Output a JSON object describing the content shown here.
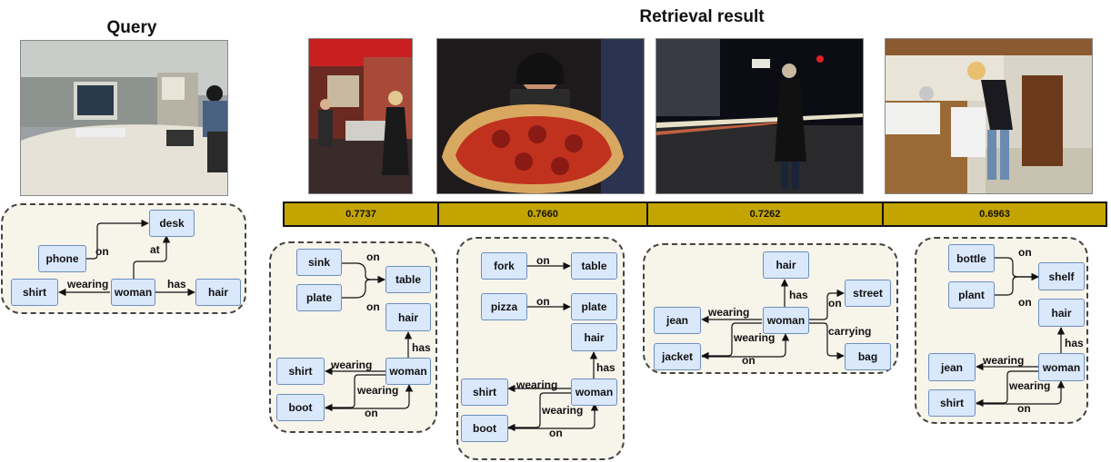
{
  "headings": {
    "query": "Query",
    "retrieval": "Retrieval result"
  },
  "scores": [
    "0.7737",
    "0.7660",
    "0.7262",
    "0.6963"
  ],
  "graphs": {
    "query": {
      "nodes": {
        "desk": "desk",
        "phone": "phone",
        "shirt": "shirt",
        "woman": "woman",
        "hair": "hair"
      },
      "edges": {
        "on": "on",
        "at": "at",
        "wearing": "wearing",
        "has": "has"
      }
    },
    "r1": {
      "nodes": {
        "sink": "sink",
        "plate": "plate",
        "table": "table",
        "hair": "hair",
        "shirt": "shirt",
        "woman": "woman",
        "boot": "boot"
      },
      "edges": {
        "on1": "on",
        "on2": "on",
        "has": "has",
        "wearing1": "wearing",
        "wearing2": "wearing",
        "on3": "on"
      }
    },
    "r2": {
      "nodes": {
        "fork": "fork",
        "table": "table",
        "pizza": "pizza",
        "plate": "plate",
        "hair": "hair",
        "shirt": "shirt",
        "woman": "woman",
        "boot": "boot"
      },
      "edges": {
        "on1": "on",
        "on2": "on",
        "has": "has",
        "wearing1": "wearing",
        "wearing2": "wearing",
        "on3": "on"
      }
    },
    "r3": {
      "nodes": {
        "hair": "hair",
        "street": "street",
        "jean": "jean",
        "woman": "woman",
        "jacket": "jacket",
        "bag": "bag"
      },
      "edges": {
        "has": "has",
        "on1": "on",
        "wearing1": "wearing",
        "wearing2": "wearing",
        "carrying": "carrying",
        "on2": "on"
      }
    },
    "r4": {
      "nodes": {
        "bottle": "bottle",
        "shelf": "shelf",
        "plant": "plant",
        "hair": "hair",
        "jean": "jean",
        "woman": "woman",
        "shirt": "shirt"
      },
      "edges": {
        "on1": "on",
        "on2": "on",
        "has": "has",
        "wearing1": "wearing",
        "wearing2": "wearing",
        "on3": "on"
      }
    }
  }
}
